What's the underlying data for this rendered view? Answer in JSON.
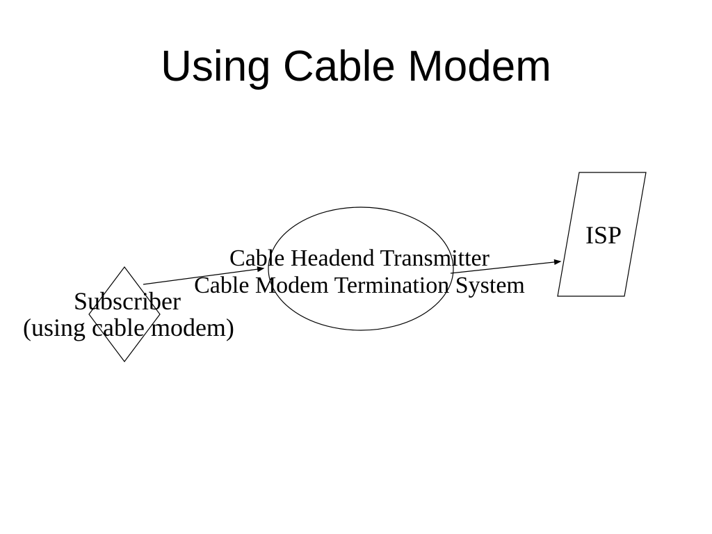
{
  "slide": {
    "title": "Using Cable Modem",
    "colors": {
      "background": "#ffffff",
      "ink": "#000000"
    }
  },
  "diagram": {
    "nodes": {
      "subscriber": {
        "shape": "diamond",
        "line1": "Subscriber",
        "line2": "(using cable modem)"
      },
      "headend": {
        "shape": "ellipse",
        "line1": "Cable Headend Transmitter",
        "line2": "Cable Modem Termination System"
      },
      "isp": {
        "shape": "parallelogram",
        "label": "ISP"
      }
    },
    "connections": [
      {
        "from": "subscriber",
        "to": "headend",
        "style": "arrow"
      },
      {
        "from": "headend",
        "to": "isp",
        "style": "arrow"
      }
    ]
  }
}
